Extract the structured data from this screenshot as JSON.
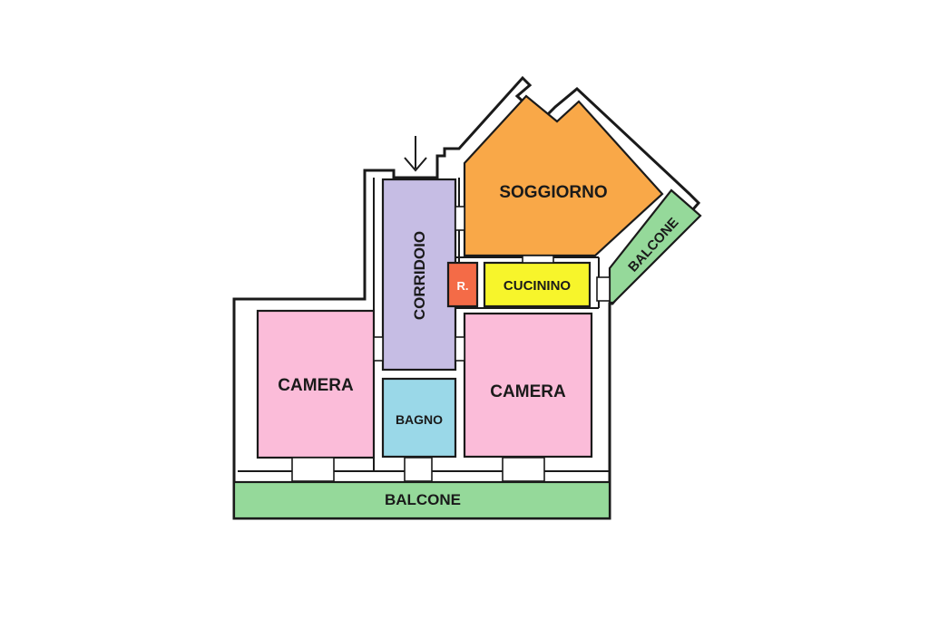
{
  "rooms": {
    "soggiorno": "SOGGIORNO",
    "corridoio": "CORRIDOIO",
    "ripostiglio": "R.",
    "cucinino": "CUCININO",
    "camera_left": "CAMERA",
    "camera_right": "CAMERA",
    "bagno": "BAGNO",
    "balcone_bottom": "BALCONE",
    "balcone_right": "BALCONE"
  },
  "colors": {
    "soggiorno": "#f9a848",
    "corridoio": "#c6bde4",
    "ripostiglio": "#f46b47",
    "cucinino": "#f7f52b",
    "camera": "#fbbcd9",
    "bagno": "#9ad8e8",
    "balcone": "#95d99a",
    "wall": "#1a1a1a"
  },
  "entrance": {
    "icon": "entrance-arrow-icon"
  }
}
